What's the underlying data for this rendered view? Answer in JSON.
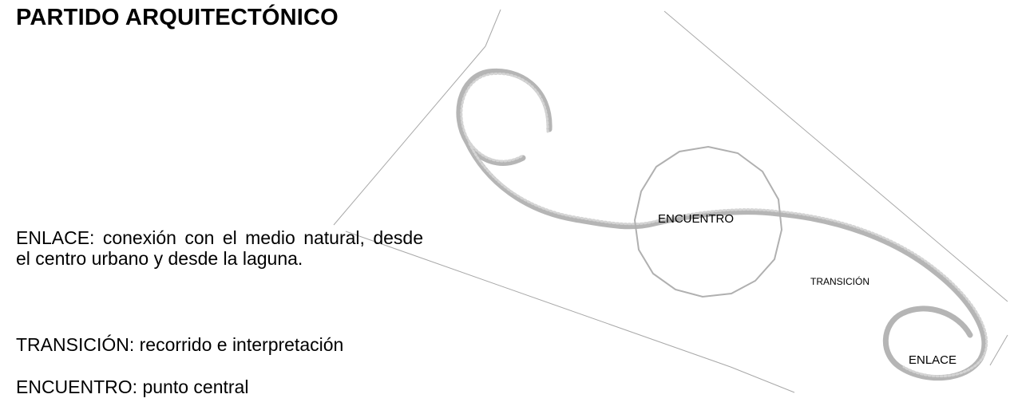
{
  "title": "PARTIDO ARQUITECTÓNICO",
  "descriptions": {
    "enlace": "ENLACE: conexión con el medio natural, desde el centro urbano y desde la laguna.",
    "transicion": "TRANSICIÓN: recorrido e interpretación",
    "encuentro": "ENCUENTRO: punto central"
  },
  "diagram_labels": {
    "encuentro": "ENCUENTRO",
    "transicion": "TRANSICIÓN",
    "enlace": "ENLACE"
  },
  "colors": {
    "site_lines": "#a8a8a8",
    "stroke_path": "#b5b5b5",
    "circle": "#b0b0b0"
  }
}
